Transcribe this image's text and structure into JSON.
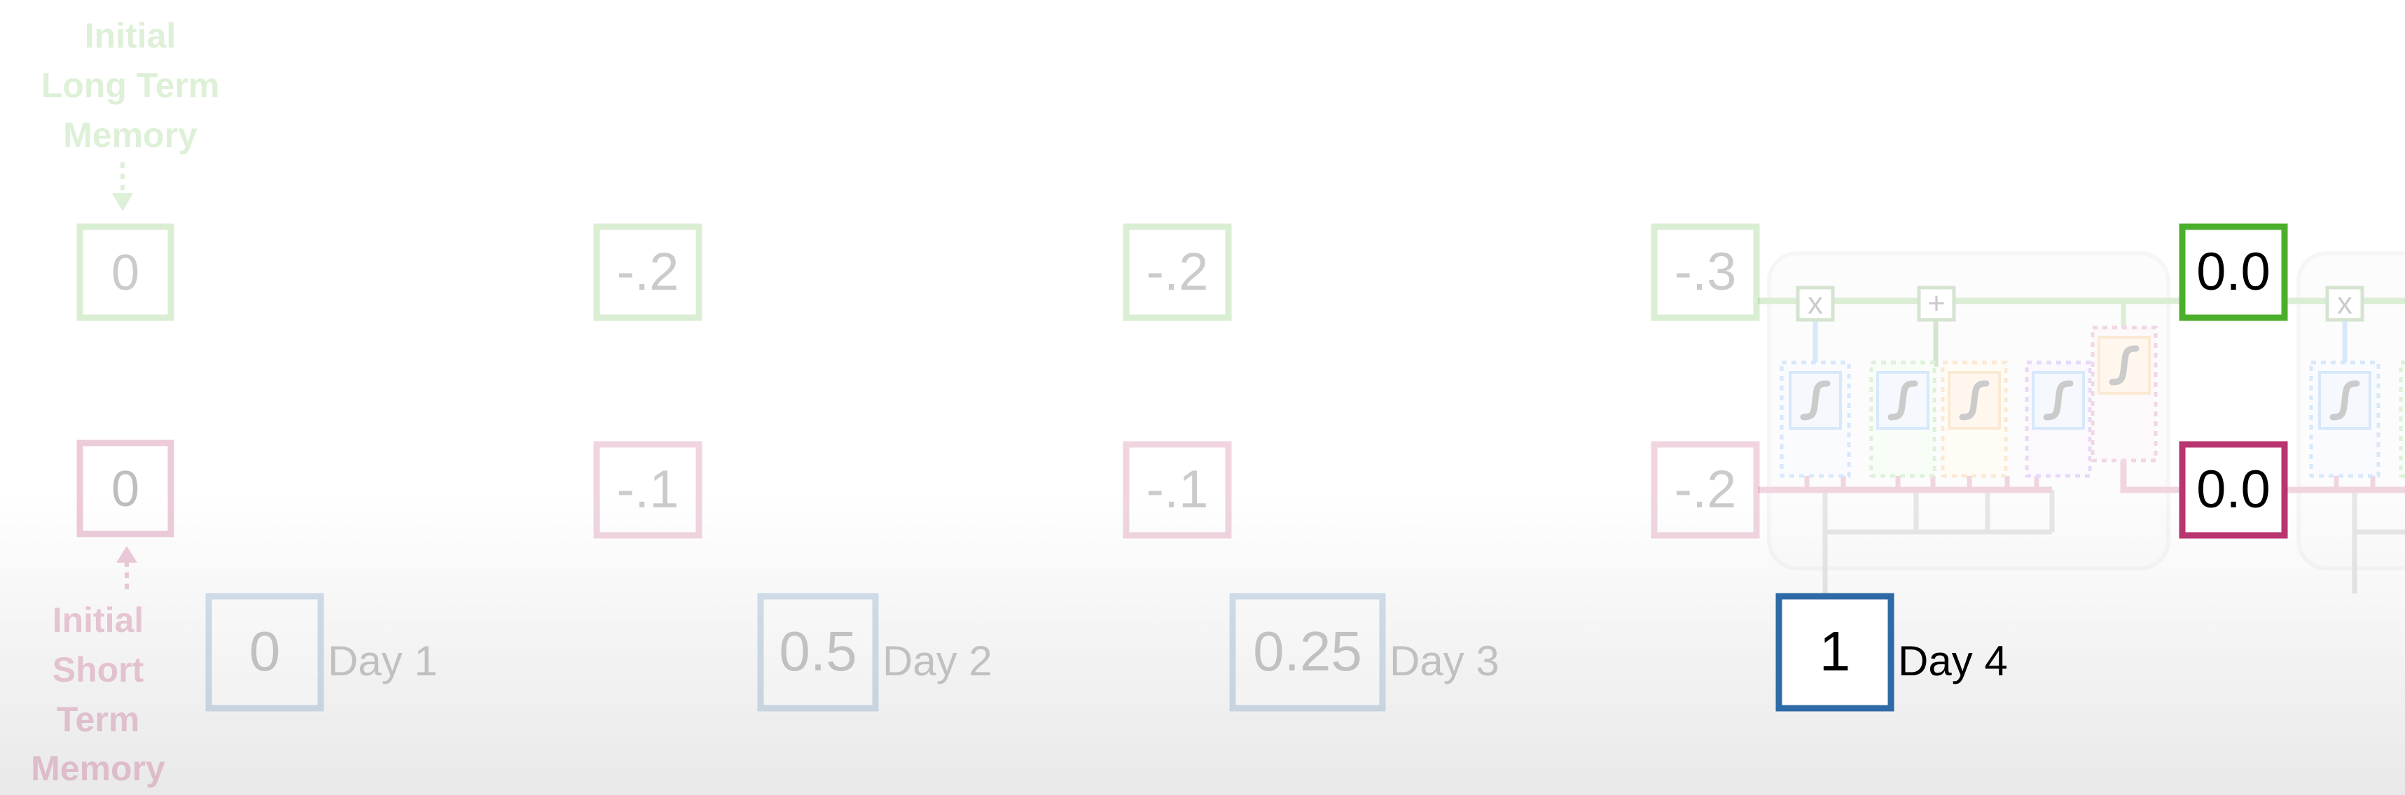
{
  "initial_labels": {
    "long_term": [
      "Initial",
      "Long Term",
      "Memory"
    ],
    "short_term": [
      "Initial",
      "Short",
      "Term",
      "Memory"
    ]
  },
  "initial_long_term_memory": "0",
  "initial_short_term_memory": "0",
  "gate_ops": {
    "multiply": "x",
    "add": "+"
  },
  "days": [
    {
      "label": "Day 1",
      "input": "0",
      "long_term_out": "-.2",
      "short_term_out": "-.1",
      "active": false
    },
    {
      "label": "Day 2",
      "input": "0.5",
      "long_term_out": "-.2",
      "short_term_out": "-.1",
      "active": false
    },
    {
      "label": "Day 3",
      "input": "0.25",
      "long_term_out": "-.3",
      "short_term_out": "-.2",
      "active": false
    },
    {
      "label": "Day 4",
      "input": "1",
      "long_term_out": "0.0",
      "short_term_out": "0.0",
      "active": true
    }
  ],
  "colors": {
    "long_term": "#4caf2b",
    "short_term": "#b8356f",
    "input": "#2e6aa5",
    "gray": "#8a8a8a",
    "blue_gate": "#3e8ef0",
    "green_gate": "#5ebd45",
    "orange_gate": "#f0962c",
    "purple_gate": "#8e44e0",
    "pink_gate": "#b83a86"
  }
}
